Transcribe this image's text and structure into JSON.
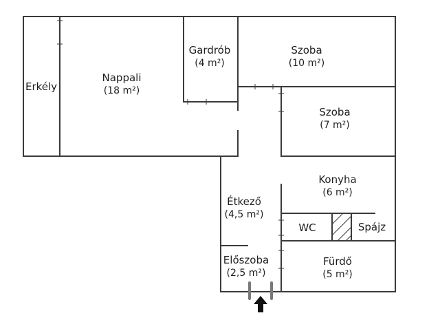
{
  "rooms": {
    "erkely": {
      "name": "Erkély"
    },
    "nappali": {
      "name": "Nappali",
      "area": "(18 m²)"
    },
    "gardrob": {
      "name": "Gardrób",
      "area": "(4 m²)"
    },
    "szoba1": {
      "name": "Szoba",
      "area": "(10 m²)"
    },
    "szoba2": {
      "name": "Szoba",
      "area": "(7 m²)"
    },
    "konyha": {
      "name": "Konyha",
      "area": "(6 m²)"
    },
    "etkezo": {
      "name": "Étkező",
      "area": "(4,5 m²)"
    },
    "wc": {
      "name": "WC"
    },
    "spajz": {
      "name": "Spájz"
    },
    "eloszoba": {
      "name": "Előszoba",
      "area": "(2,5 m²)"
    },
    "furdo": {
      "name": "Fürdő",
      "area": "(5 m²)"
    }
  },
  "colors": {
    "wall": "#3a3a3a",
    "door_marker": "#7a7a7a",
    "entrance_arrow": "#111111"
  },
  "icons": {
    "entrance": "entrance-arrow-icon"
  }
}
